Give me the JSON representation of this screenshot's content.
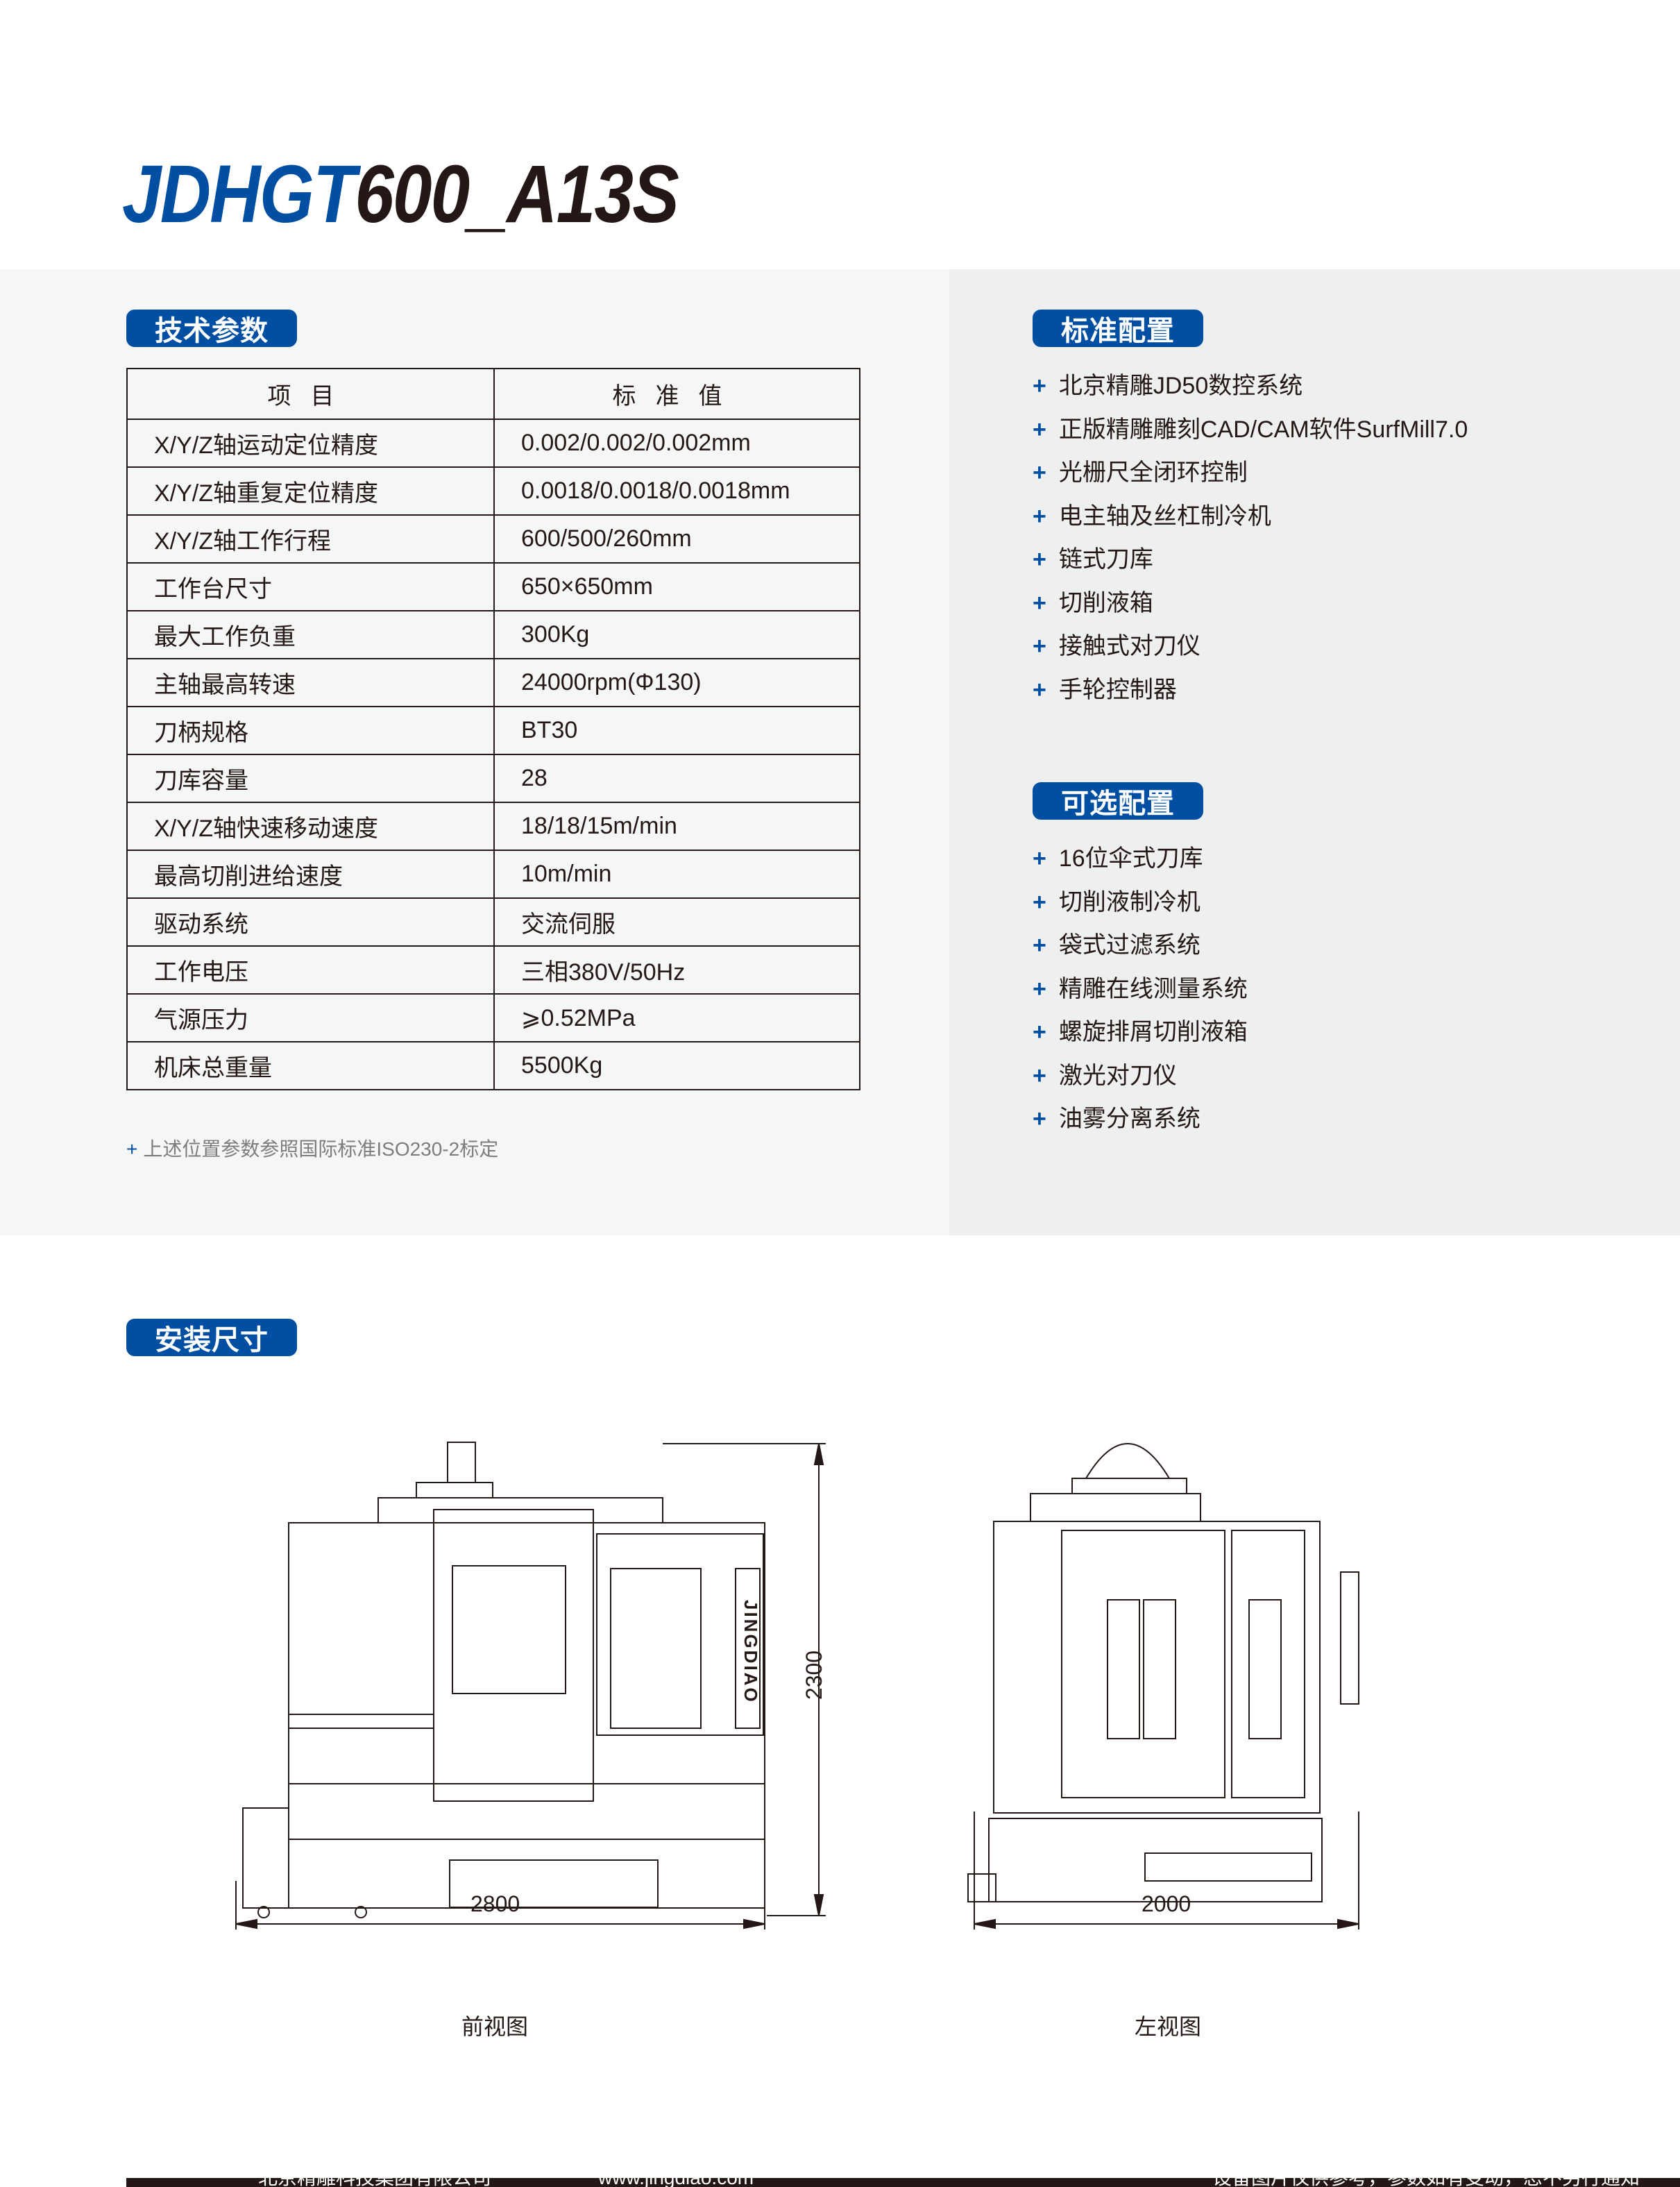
{
  "title": {
    "blue_part": "JDHGT",
    "black_part": "600_A13S"
  },
  "colors": {
    "brand_blue": "#004fa2",
    "text": "#231815"
  },
  "specs": {
    "badge": "技术参数",
    "headers": [
      "项目",
      "标准值"
    ],
    "rows": [
      [
        "X/Y/Z轴运动定位精度",
        "0.002/0.002/0.002mm"
      ],
      [
        "X/Y/Z轴重复定位精度",
        "0.0018/0.0018/0.0018mm"
      ],
      [
        "X/Y/Z轴工作行程",
        "600/500/260mm"
      ],
      [
        "工作台尺寸",
        "650×650mm"
      ],
      [
        "最大工作负重",
        "300Kg"
      ],
      [
        "主轴最高转速",
        "24000rpm(Φ130)"
      ],
      [
        "刀柄规格",
        "BT30"
      ],
      [
        "刀库容量",
        "28"
      ],
      [
        "X/Y/Z轴快速移动速度",
        "18/18/15m/min"
      ],
      [
        "最高切削进给速度",
        "10m/min"
      ],
      [
        "驱动系统",
        "交流伺服"
      ],
      [
        "工作电压",
        "三相380V/50Hz"
      ],
      [
        "气源压力",
        "⩾0.52MPa"
      ],
      [
        "机床总重量",
        "5500Kg"
      ]
    ],
    "note": "上述位置参数参照国际标准ISO230-2标定"
  },
  "standard": {
    "badge": "标准配置",
    "items": [
      "北京精雕JD50数控系统",
      "正版精雕雕刻CAD/CAM软件SurfMill7.0",
      "光栅尺全闭环控制",
      "电主轴及丝杠制冷机",
      "链式刀库",
      "切削液箱",
      "接触式对刀仪",
      "手轮控制器"
    ]
  },
  "optional": {
    "badge": "可选配置",
    "items": [
      "16位伞式刀库",
      "切削液制冷机",
      "袋式过滤系统",
      "精雕在线测量系统",
      "螺旋排屑切削液箱",
      "激光对刀仪",
      "油雾分离系统"
    ]
  },
  "install": {
    "badge": "安装尺寸",
    "front_width": "2800",
    "height": "2300",
    "side_width": "2000",
    "front_caption": "前视图",
    "side_caption": "左视图",
    "logo_text": "JINGDIAO"
  },
  "footer": {
    "company": "北京精雕科技集团有限公司",
    "url": "www.jingdiao.com",
    "disclaimer": "设备图片仅供参考，参数如有变动，恕不另行通知"
  }
}
